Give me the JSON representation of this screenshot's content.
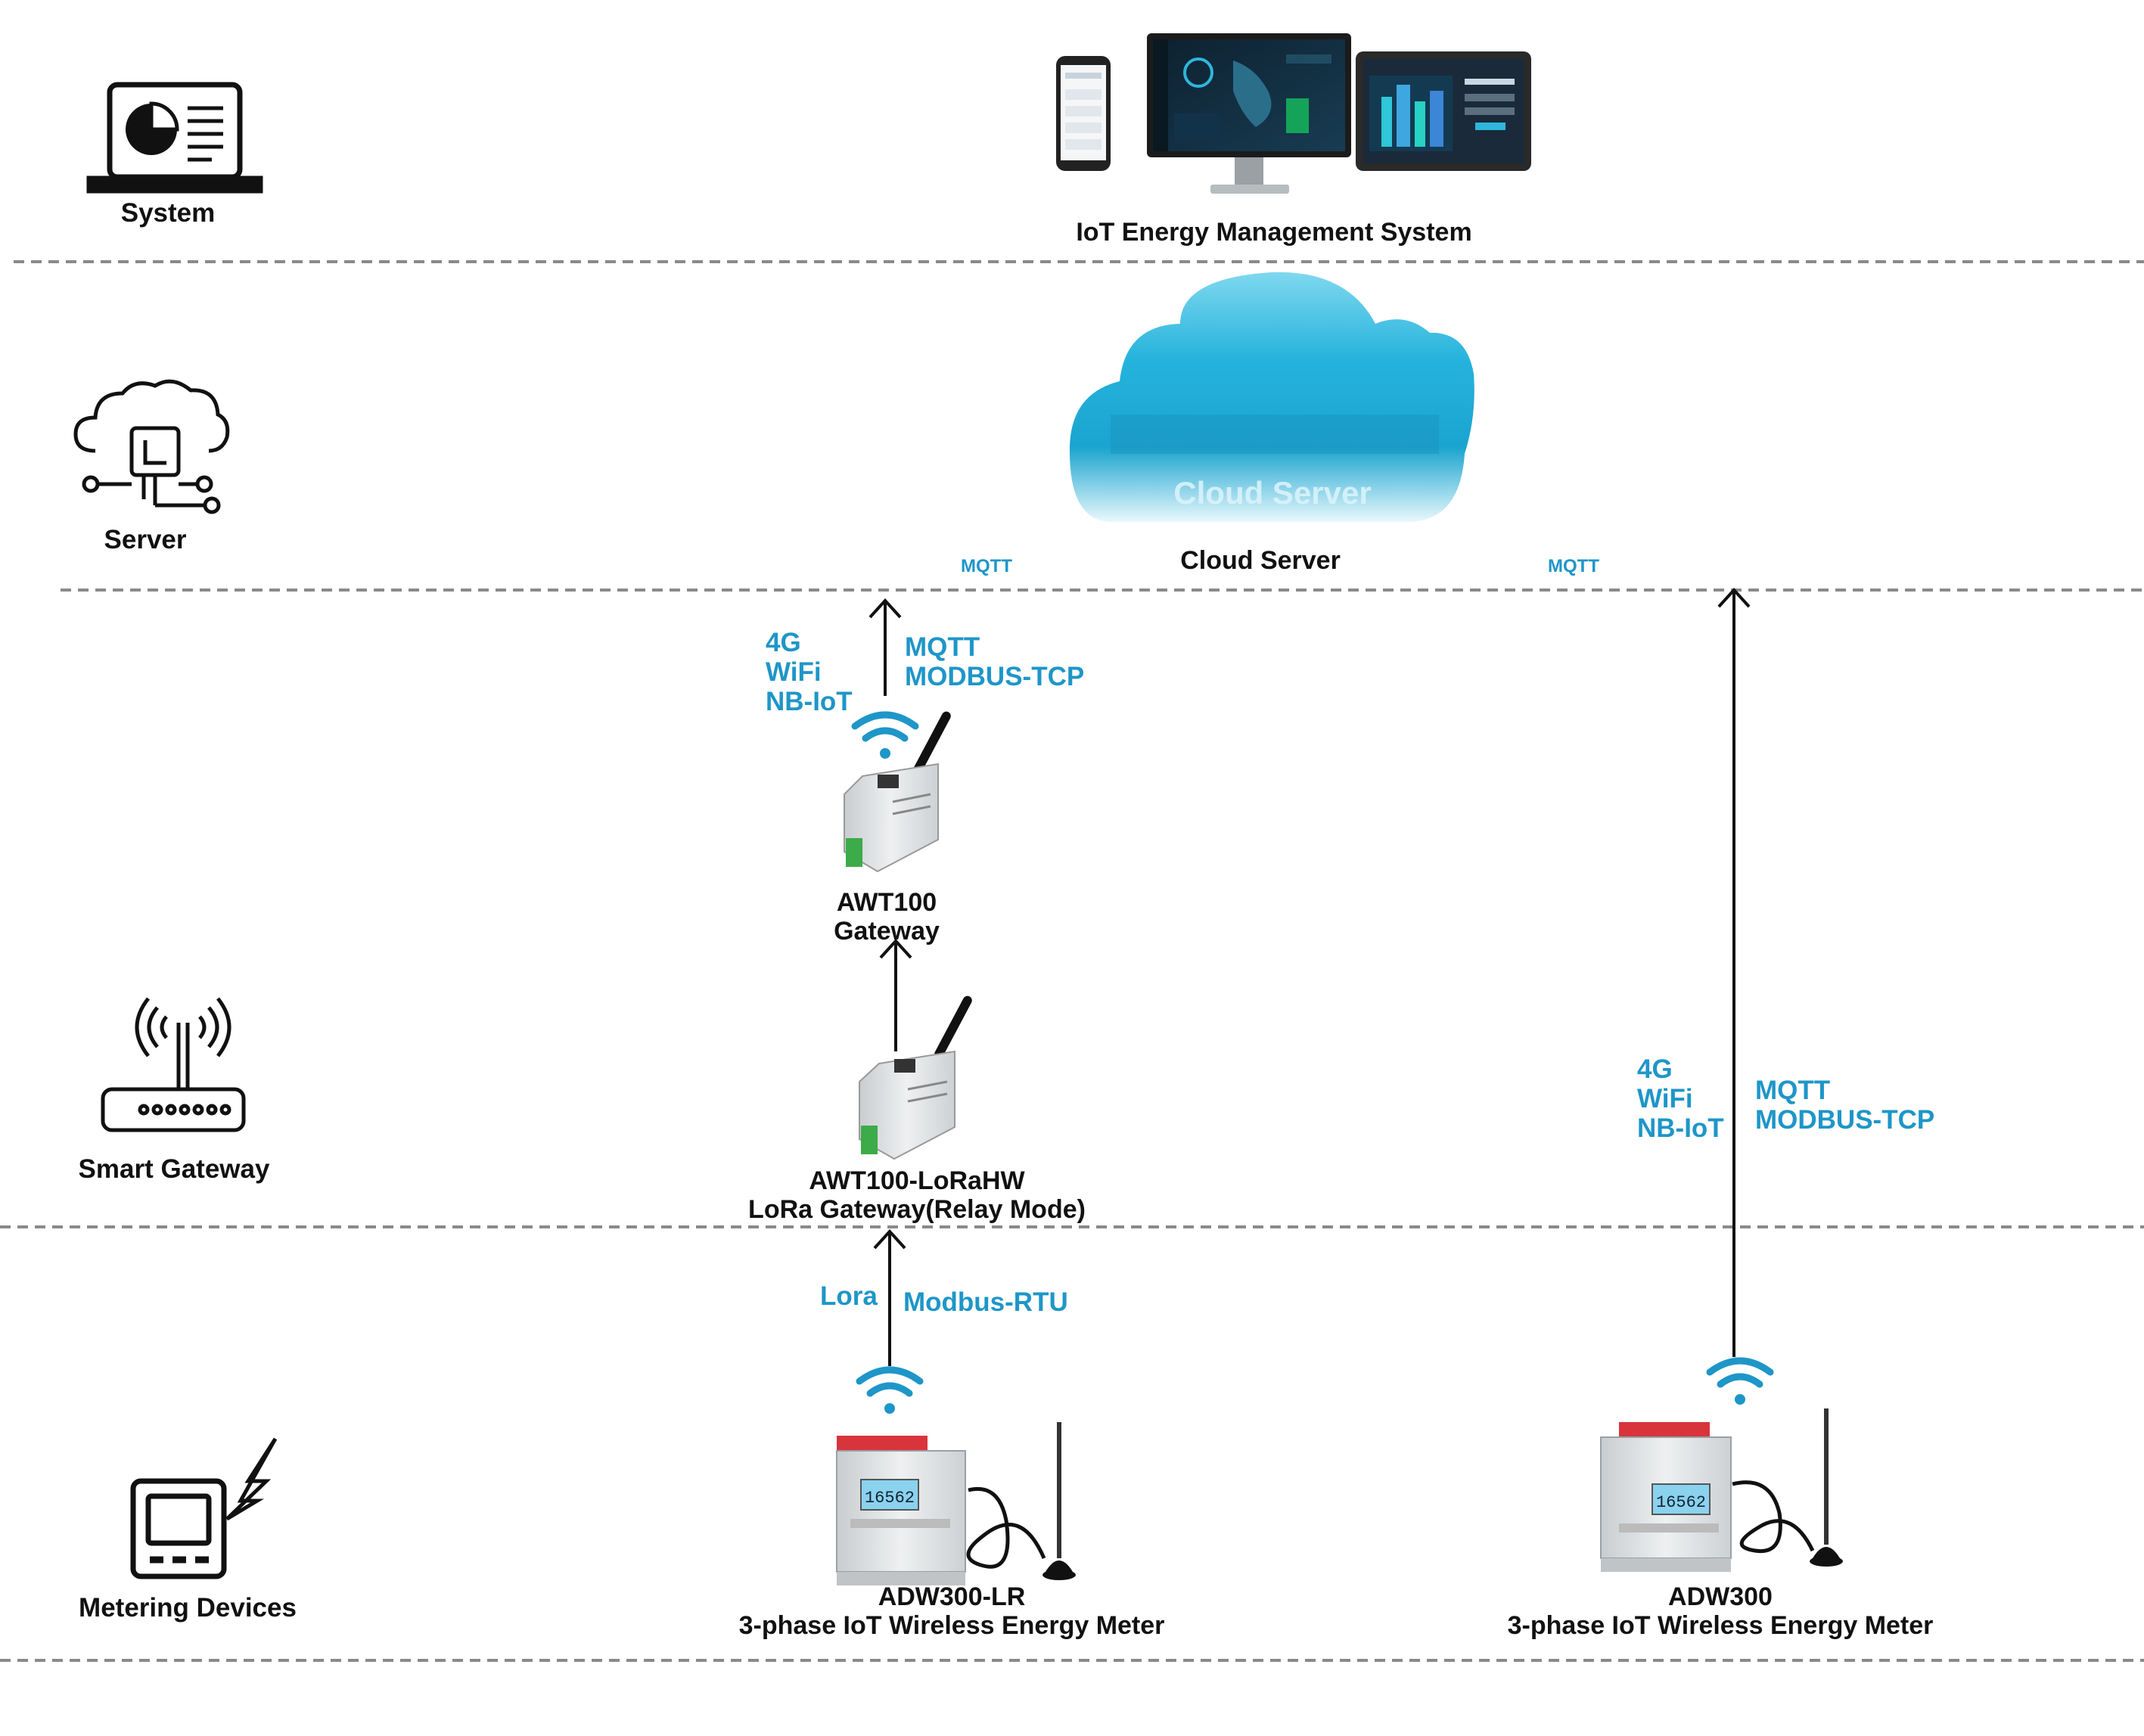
{
  "colors": {
    "accent": "#1e96c8",
    "line": "#111111",
    "divider": "#8a8a8a",
    "cloud": "#2fb6dc"
  },
  "layers": {
    "system": "System",
    "server": "Server",
    "smart_gateway": "Smart Gateway",
    "metering": "Metering Devices"
  },
  "system_title": "IoT Energy Management System",
  "cloud": {
    "overlay": "Cloud Server",
    "label": "Cloud Server"
  },
  "mqtt_left": "MQTT",
  "mqtt_right": "MQTT",
  "gateway_top": {
    "net": [
      "4G",
      "WiFi",
      "NB-IoT"
    ],
    "proto": [
      "MQTT",
      "MODBUS-TCP"
    ],
    "name": "AWT100",
    "sub": "Gateway"
  },
  "gateway_relay": {
    "name": "AWT100-LoRaHW",
    "sub": "LoRa Gateway(Relay Mode)"
  },
  "lora_link": {
    "net": "Lora",
    "proto": "Modbus-RTU"
  },
  "meter_lr": {
    "name": "ADW300-LR",
    "sub": "3-phase IoT Wireless Energy Meter",
    "display": "16562"
  },
  "meter": {
    "name": "ADW300",
    "sub": "3-phase IoT Wireless Energy Meter",
    "display": "16562"
  },
  "right_link": {
    "net": [
      "4G",
      "WiFi",
      "NB-IoT"
    ],
    "proto": [
      "MQTT",
      "MODBUS-TCP"
    ]
  },
  "icons": [
    "laptop-chart-icon",
    "cloud-network-icon",
    "router-icon",
    "meter-lightning-icon",
    "wifi-icon",
    "antenna-icon"
  ]
}
